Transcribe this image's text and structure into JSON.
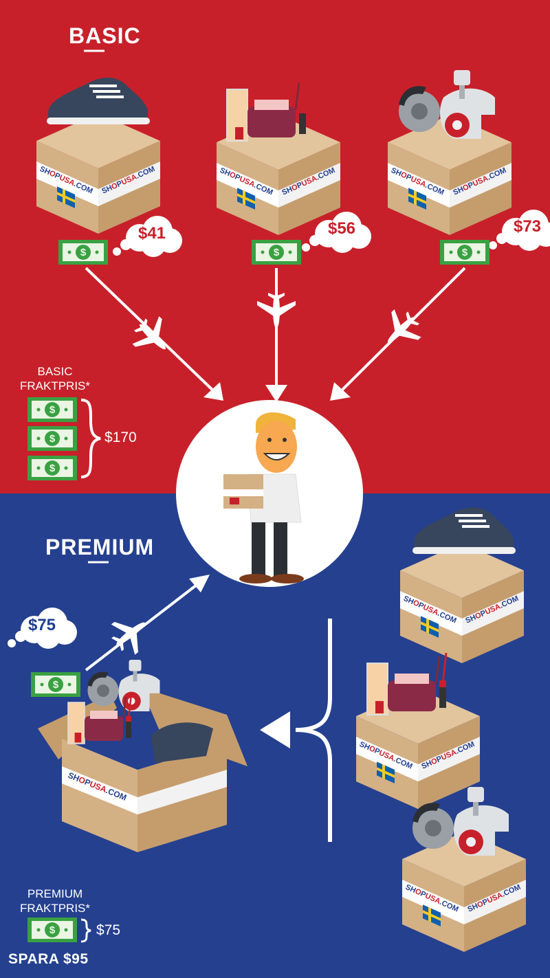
{
  "colors": {
    "basic_bg": "#c8202a",
    "premium_bg": "#25408f",
    "box": "#d4b085",
    "money": "#3aa142"
  },
  "basic": {
    "title": "BASIC",
    "packages": [
      {
        "item": "shoe-icon",
        "price": "$41"
      },
      {
        "item": "cosmetics-icon",
        "price": "$56"
      },
      {
        "item": "car-parts-icon",
        "price": "$73"
      }
    ],
    "freight_label_line1": "BASIC",
    "freight_label_line2": "FRAKTPRIS*",
    "freight_total": "$170"
  },
  "premium": {
    "title": "PREMIUM",
    "price": "$75",
    "freight_label_line1": "PREMIUM",
    "freight_label_line2": "FRAKTPRIS*",
    "freight_total": "$75",
    "savings": "SPARA $95"
  },
  "box_brand": {
    "part1": "SH",
    "part2": "O",
    "part3": "P",
    "part4": "USA",
    "part5": ".COM"
  }
}
